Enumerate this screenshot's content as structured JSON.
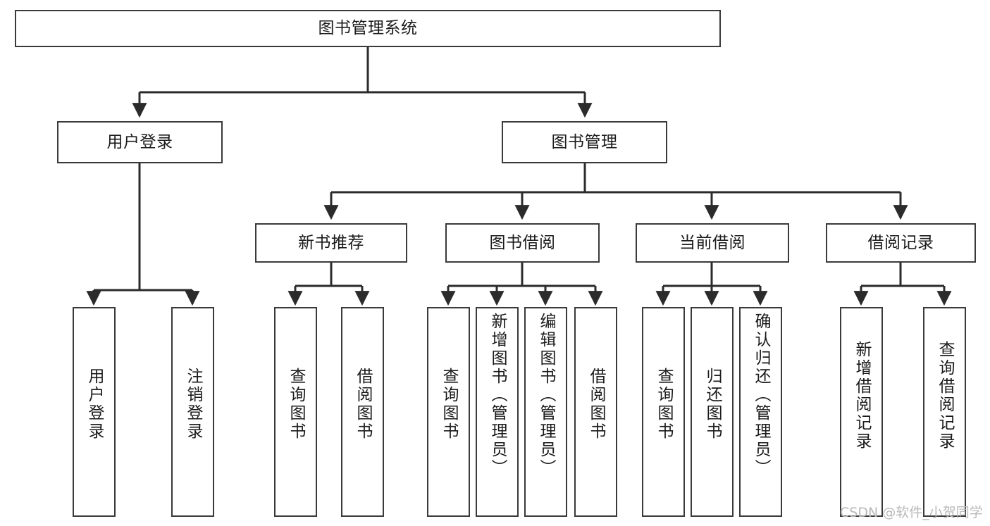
{
  "diagram": {
    "type": "tree-hierarchy",
    "title": "图书管理系统",
    "root": {
      "label": "图书管理系统"
    },
    "level2": [
      {
        "label": "用户登录"
      },
      {
        "label": "图书管理"
      }
    ],
    "level3": [
      {
        "label": "新书推荐"
      },
      {
        "label": "图书借阅"
      },
      {
        "label": "当前借阅"
      },
      {
        "label": "借阅记录"
      }
    ],
    "leaves": {
      "user_login": [
        {
          "label": "用户登录"
        },
        {
          "label": "注销登录"
        }
      ],
      "new_book_recommend": [
        {
          "label": "查询图书"
        },
        {
          "label": "借阅图书"
        }
      ],
      "book_borrow": [
        {
          "label": "查询图书"
        },
        {
          "label": "新增图书（管理员）"
        },
        {
          "label": "编辑图书（管理员）"
        },
        {
          "label": "借阅图书"
        }
      ],
      "current_borrow": [
        {
          "label": "查询图书"
        },
        {
          "label": "归还图书"
        },
        {
          "label": "确认归还（管理员）"
        }
      ],
      "borrow_record": [
        {
          "label": "新增借阅记录"
        },
        {
          "label": "查询借阅记录"
        }
      ]
    },
    "colors": {
      "border": "#3a3a3a",
      "edge": "#2b2b2b",
      "text": "#1b1b1b",
      "background": "#ffffff",
      "watermark": "#b9b9b9"
    }
  },
  "watermark": {
    "text": "CSDN @软件_小贺同学"
  }
}
